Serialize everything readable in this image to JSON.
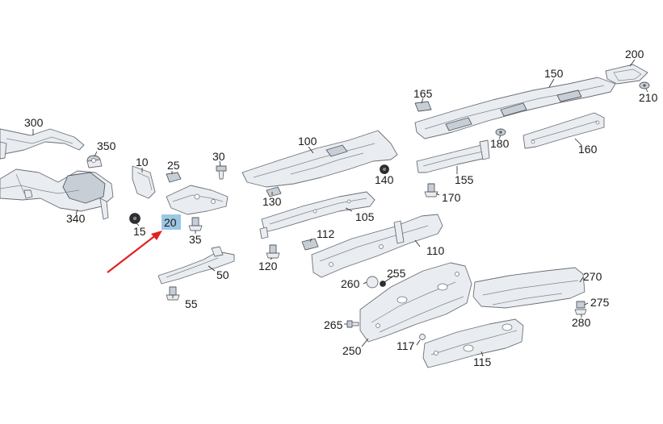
{
  "diagram": {
    "highlight_color": "#9cc7e3",
    "arrow_color": "#e32020",
    "highlighted_part": "20",
    "labels": [
      {
        "id": "l300",
        "text": "300"
      },
      {
        "id": "l350",
        "text": "350"
      },
      {
        "id": "l340",
        "text": "340"
      },
      {
        "id": "l10",
        "text": "10"
      },
      {
        "id": "l15",
        "text": "15"
      },
      {
        "id": "l20",
        "text": "20"
      },
      {
        "id": "l25",
        "text": "25"
      },
      {
        "id": "l30",
        "text": "30"
      },
      {
        "id": "l35",
        "text": "35"
      },
      {
        "id": "l50",
        "text": "50"
      },
      {
        "id": "l55",
        "text": "55"
      },
      {
        "id": "l100",
        "text": "100"
      },
      {
        "id": "l105",
        "text": "105"
      },
      {
        "id": "l110",
        "text": "110"
      },
      {
        "id": "l112",
        "text": "112"
      },
      {
        "id": "l115",
        "text": "115"
      },
      {
        "id": "l117",
        "text": "117"
      },
      {
        "id": "l120",
        "text": "120"
      },
      {
        "id": "l130",
        "text": "130"
      },
      {
        "id": "l140",
        "text": "140"
      },
      {
        "id": "l150",
        "text": "150"
      },
      {
        "id": "l155",
        "text": "155"
      },
      {
        "id": "l160",
        "text": "160"
      },
      {
        "id": "l165",
        "text": "165"
      },
      {
        "id": "l170",
        "text": "170"
      },
      {
        "id": "l180",
        "text": "180"
      },
      {
        "id": "l200",
        "text": "200"
      },
      {
        "id": "l210",
        "text": "210"
      },
      {
        "id": "l250",
        "text": "250"
      },
      {
        "id": "l255",
        "text": "255"
      },
      {
        "id": "l260",
        "text": "260"
      },
      {
        "id": "l265",
        "text": "265"
      },
      {
        "id": "l270",
        "text": "270"
      },
      {
        "id": "l275",
        "text": "275"
      },
      {
        "id": "l280",
        "text": "280"
      }
    ]
  }
}
